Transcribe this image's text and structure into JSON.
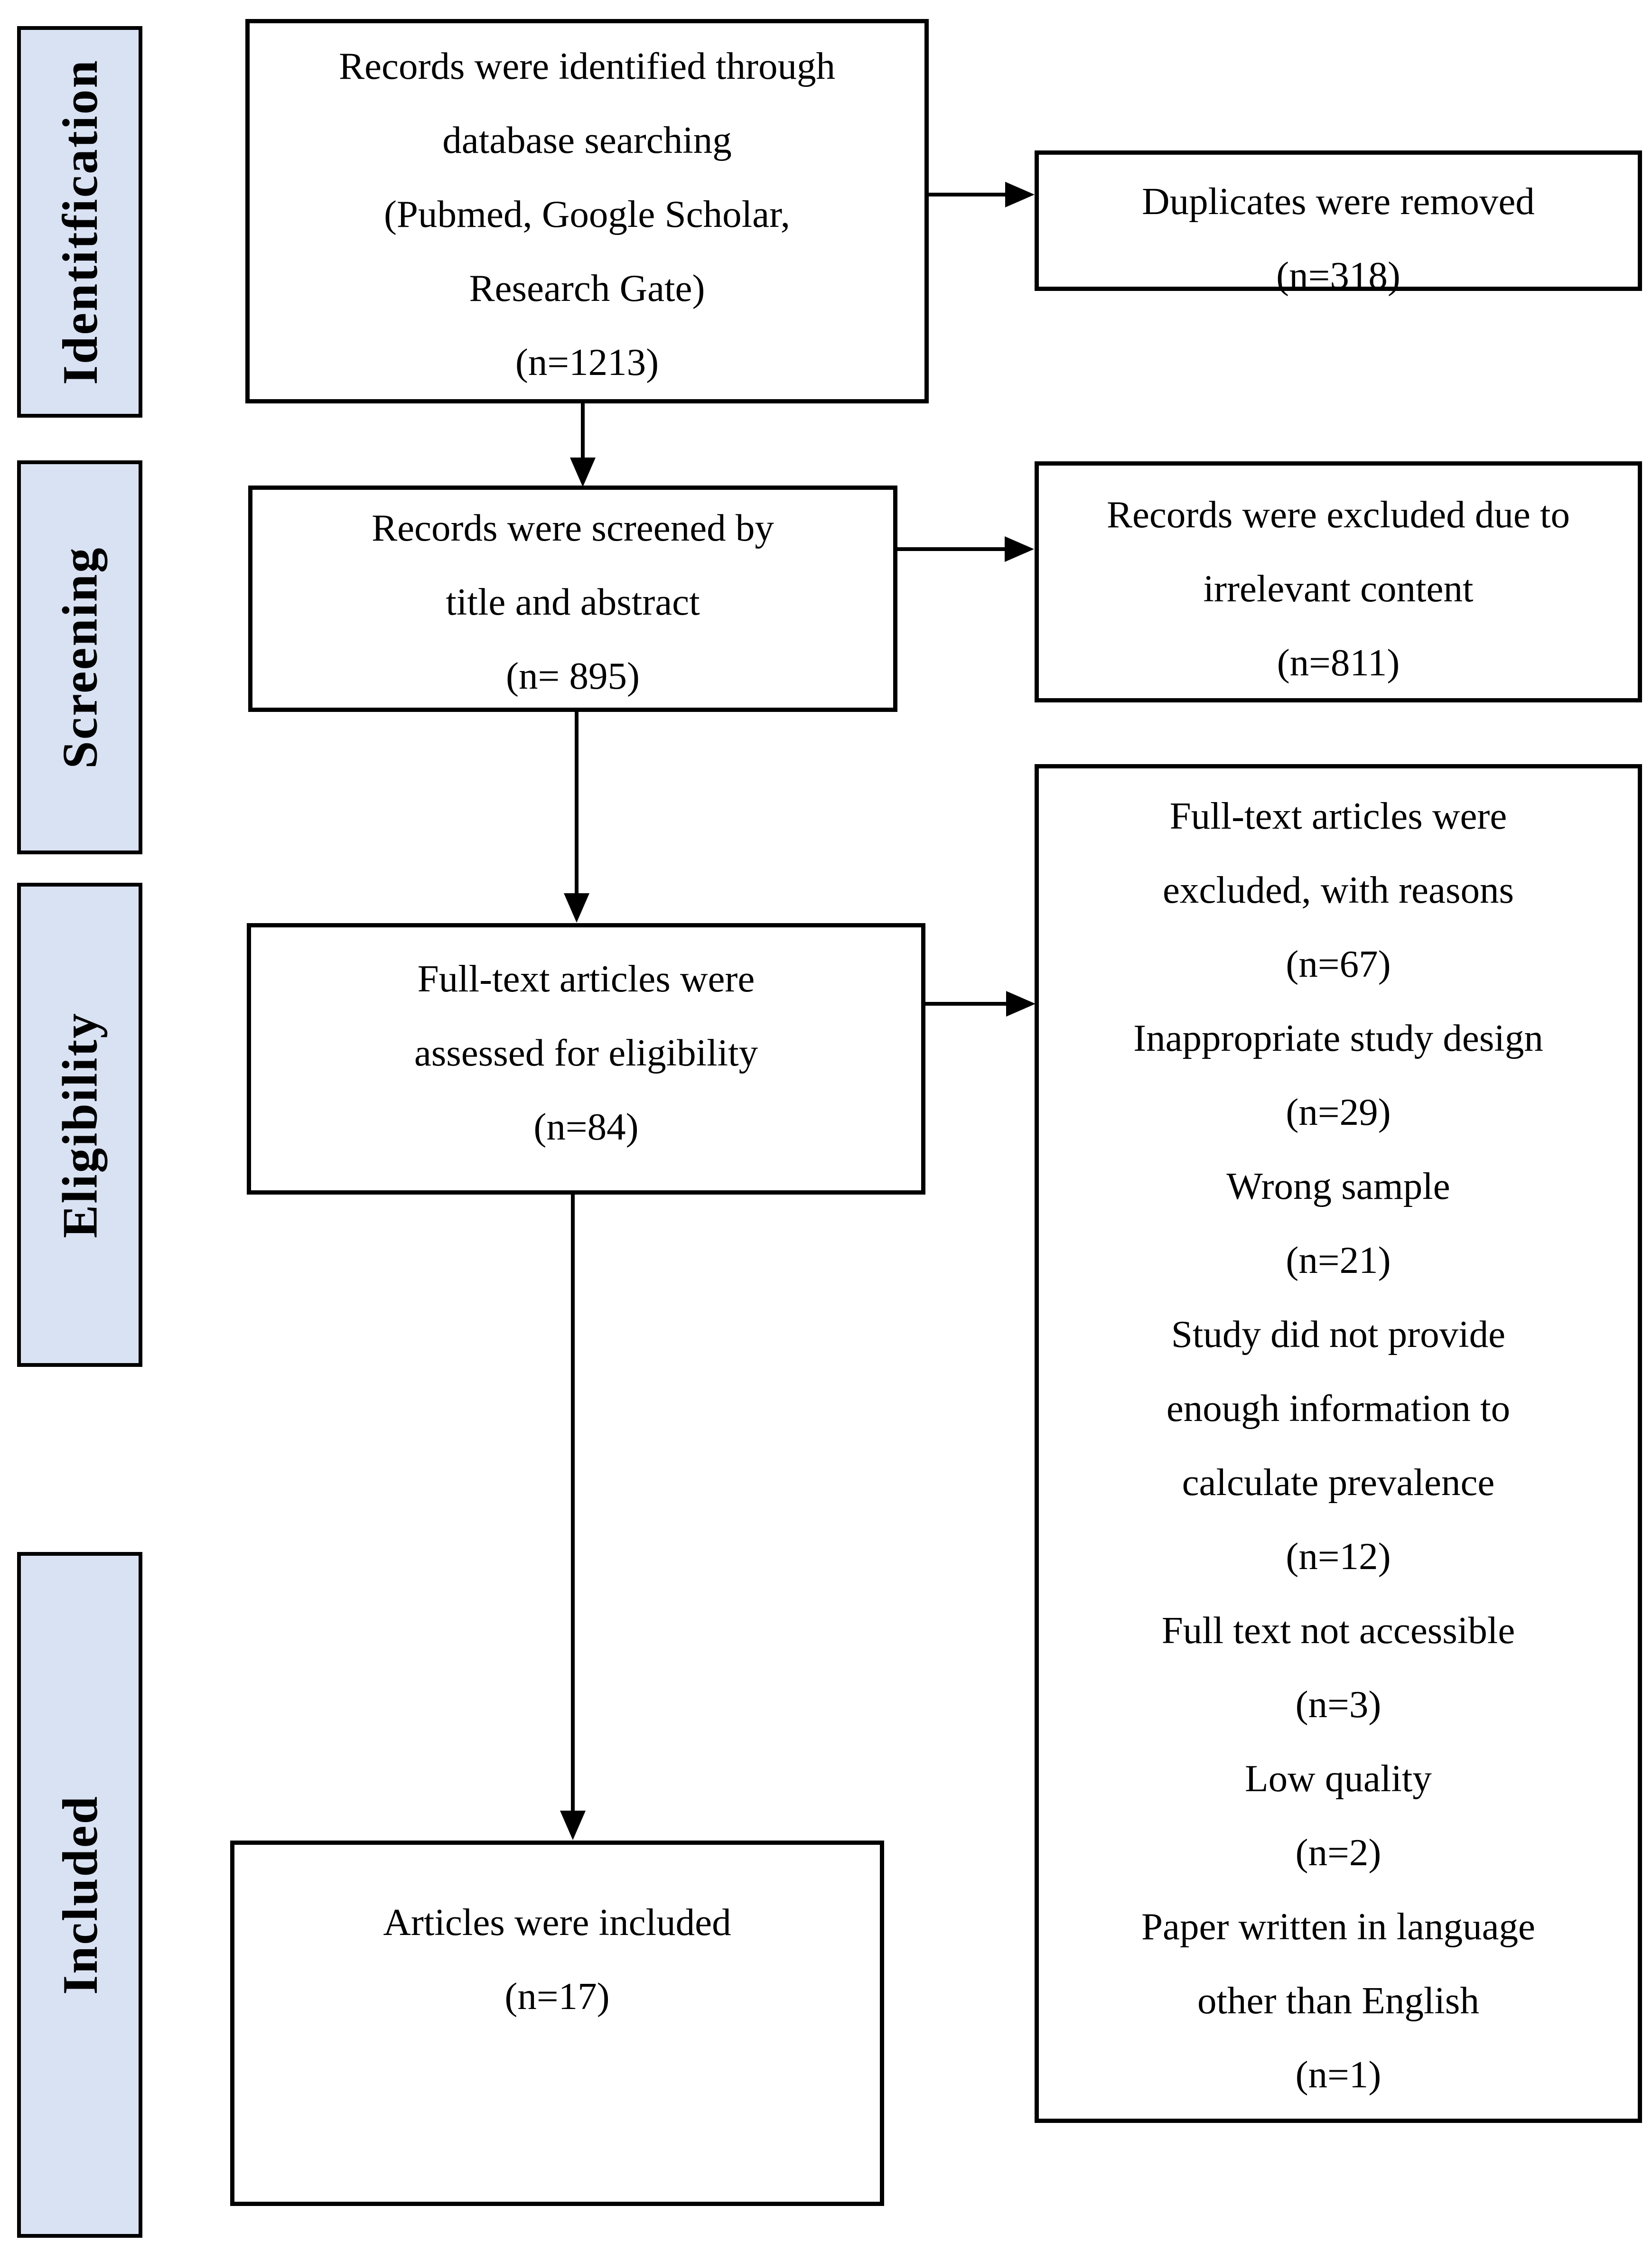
{
  "colors": {
    "stage_fill": "#d9e2f3",
    "ink": "#000000",
    "box_fill": "#ffffff"
  },
  "sidebar": {
    "stages": [
      {
        "label": "Identitfication"
      },
      {
        "label": "Screening"
      },
      {
        "label": "Eligibility"
      },
      {
        "label": "Included"
      }
    ]
  },
  "flow": {
    "identified": {
      "count": "n=1213",
      "lines": [
        "Records were identified through",
        "database searching",
        "(Pubmed, Google Scholar,",
        "Research Gate)",
        "(n=1213)"
      ]
    },
    "screened": {
      "count": "n= 895",
      "lines": [
        "Records were screened by",
        "title and abstract",
        "(n= 895)"
      ]
    },
    "eligibility": {
      "count": "n=84",
      "lines": [
        "Full-text articles were",
        "assessed for eligibility",
        "(n=84)"
      ]
    },
    "included": {
      "count": "n=17",
      "lines": [
        "Articles were included",
        "(n=17)"
      ]
    }
  },
  "side": {
    "duplicates": {
      "count": "n=318",
      "lines": [
        "Duplicates were removed",
        "(n=318)"
      ]
    },
    "excluded_screening": {
      "count": "n=811",
      "lines": [
        "Records were excluded due to",
        "irrelevant content",
        "(n=811)"
      ]
    },
    "excluded_fulltext": {
      "count": "n=67",
      "lines": [
        "Full-text articles were",
        "excluded, with reasons",
        "(n=67)",
        "Inappropriate study design",
        "(n=29)",
        "Wrong sample",
        "(n=21)",
        "Study did not provide",
        "enough information to",
        "calculate prevalence",
        "(n=12)",
        "Full text not accessible",
        "(n=3)",
        "Low quality",
        "(n=2)",
        "Paper written in language",
        "other than English",
        "(n=1)"
      ]
    }
  }
}
